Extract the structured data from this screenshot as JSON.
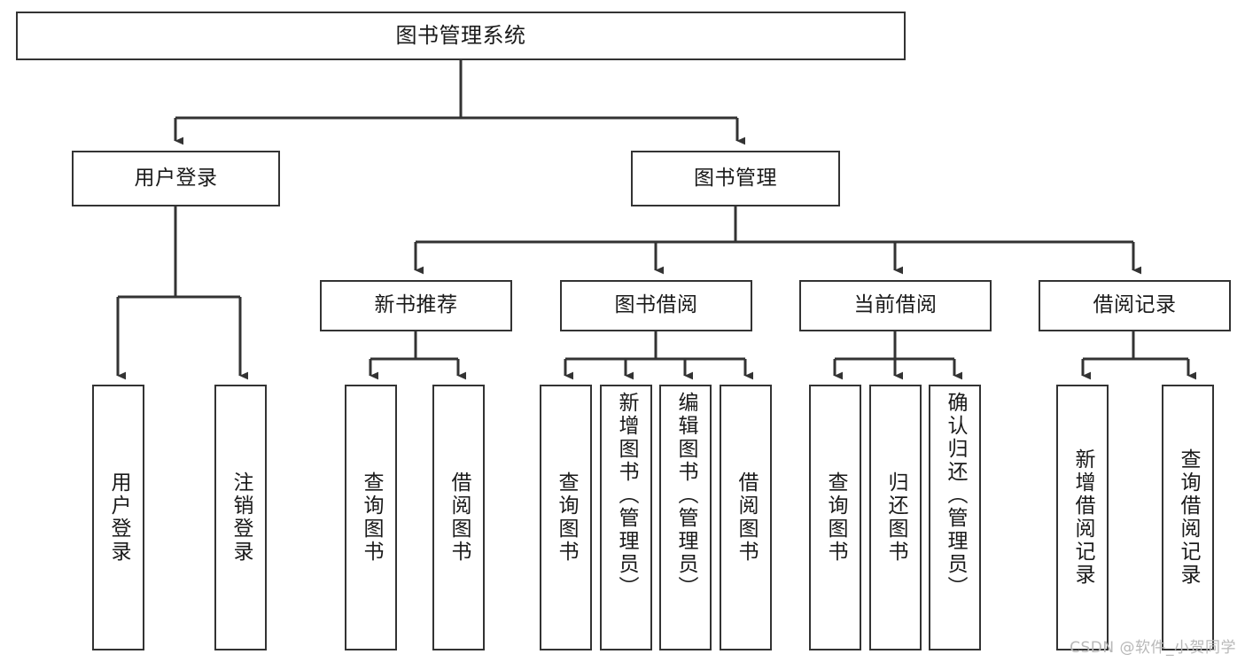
{
  "diagram": {
    "type": "hierarchy-tree",
    "title": "图书管理系统",
    "watermark": "CSDN @软件_小贺同学",
    "colors": {
      "background": "#ffffff",
      "box_border": "#333333",
      "box_fill": "#ffffff",
      "connector": "#333333",
      "text": "#1a1a1a",
      "watermark": "#b8b8b8"
    },
    "nodes": {
      "root": {
        "label": "图书管理系统"
      },
      "level2": [
        {
          "label": "用户登录"
        },
        {
          "label": "图书管理"
        }
      ],
      "level3": [
        {
          "label": "新书推荐"
        },
        {
          "label": "图书借阅"
        },
        {
          "label": "当前借阅"
        },
        {
          "label": "借阅记录"
        }
      ],
      "leaves": {
        "user_login": [
          {
            "label": "用户登录"
          },
          {
            "label": "注销登录"
          }
        ],
        "new_book_recommend": [
          {
            "label": "查询图书"
          },
          {
            "label": "借阅图书"
          }
        ],
        "book_borrow": [
          {
            "label": "查询图书"
          },
          {
            "label": "新增图书（管理员）"
          },
          {
            "label": "编辑图书（管理员）"
          },
          {
            "label": "借阅图书"
          }
        ],
        "current_borrow": [
          {
            "label": "查询图书"
          },
          {
            "label": "归还图书"
          },
          {
            "label": "确认归还（管理员）"
          }
        ],
        "borrow_record": [
          {
            "label": "新增借阅记录"
          },
          {
            "label": "查询借阅记录"
          }
        ]
      }
    }
  },
  "chart_data": {
    "type": "table",
    "title": "图书管理系统 功能结构图",
    "tree": {
      "name": "图书管理系统",
      "children": [
        {
          "name": "用户登录",
          "children": [
            {
              "name": "用户登录"
            },
            {
              "name": "注销登录"
            }
          ]
        },
        {
          "name": "图书管理",
          "children": [
            {
              "name": "新书推荐",
              "children": [
                {
                  "name": "查询图书"
                },
                {
                  "name": "借阅图书"
                }
              ]
            },
            {
              "name": "图书借阅",
              "children": [
                {
                  "name": "查询图书"
                },
                {
                  "name": "新增图书（管理员）"
                },
                {
                  "name": "编辑图书（管理员）"
                },
                {
                  "name": "借阅图书"
                }
              ]
            },
            {
              "name": "当前借阅",
              "children": [
                {
                  "name": "查询图书"
                },
                {
                  "name": "归还图书"
                },
                {
                  "name": "确认归还（管理员）"
                }
              ]
            },
            {
              "name": "借阅记录",
              "children": [
                {
                  "name": "新增借阅记录"
                },
                {
                  "name": "查询借阅记录"
                }
              ]
            }
          ]
        }
      ]
    }
  }
}
